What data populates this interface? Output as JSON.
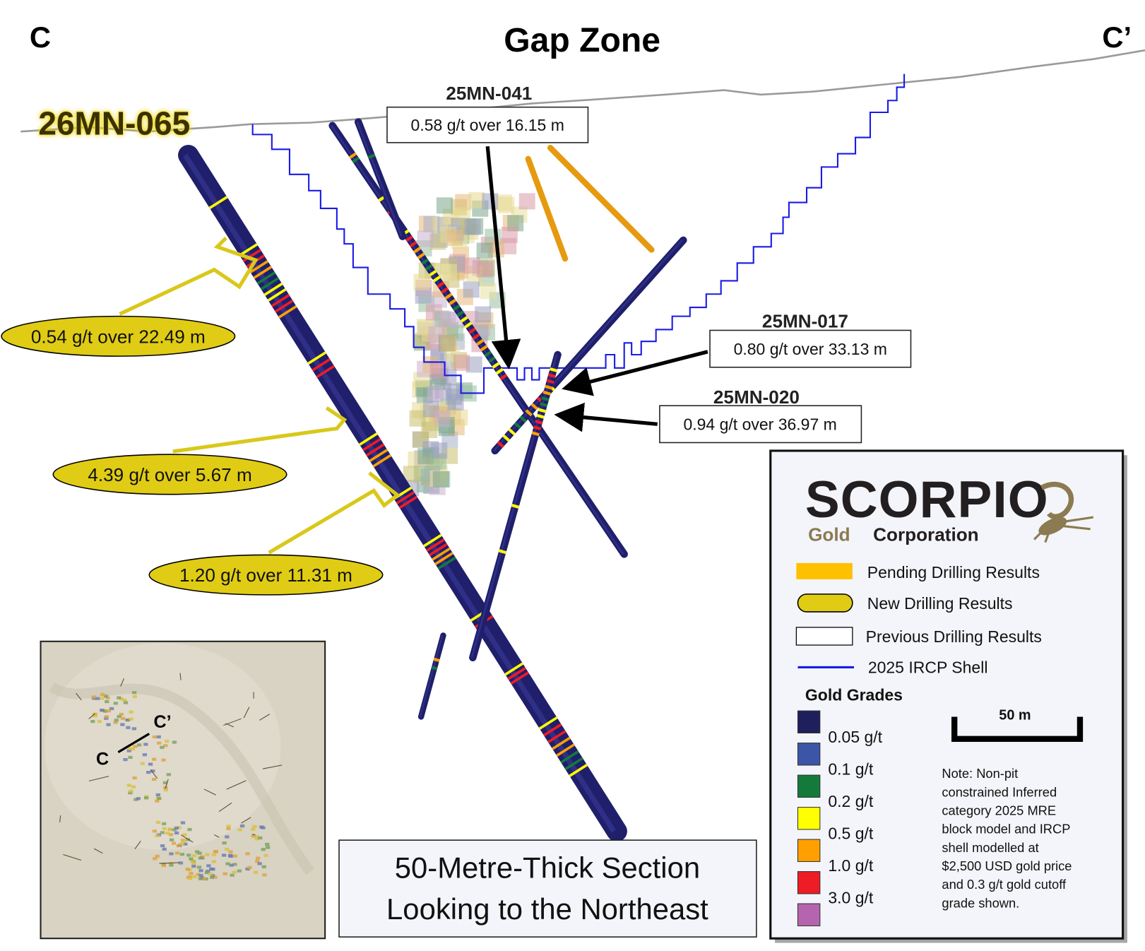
{
  "section": {
    "left_label": "C",
    "right_label": "C’",
    "title": "Gap Zone",
    "main_hole_label": "26MN-065"
  },
  "new_results": [
    {
      "text": "0.54 g/t over 22.49 m"
    },
    {
      "text": "4.39 g/t over 5.67 m"
    },
    {
      "text": "1.20 g/t over 11.31 m"
    }
  ],
  "previous_results": [
    {
      "hole": "25MN-041",
      "text": "0.58 g/t over 16.15 m"
    },
    {
      "hole": "25MN-017",
      "text": "0.80 g/t over 33.13 m"
    },
    {
      "hole": "25MN-020",
      "text": "0.94 g/t over 36.97 m"
    }
  ],
  "caption": {
    "line1": "50-Metre-Thick Section",
    "line2": "Looking to the Northeast"
  },
  "inset": {
    "label_c": "C",
    "label_c_prime": "C’"
  },
  "legend": {
    "logo_main": "SCORPIO",
    "logo_gold": "Gold",
    "logo_corp": "Corporation",
    "items": [
      {
        "label": "Pending Drilling Results",
        "color": "#ffc000"
      },
      {
        "label": "New Drilling Results",
        "color": "#e0cc14"
      },
      {
        "label": "Previous Drilling Results",
        "color": "#ffffff"
      },
      {
        "label": "2025 IRCP Shell",
        "color": "#1a1ae6"
      }
    ],
    "grades_title": "Gold Grades",
    "grades": [
      {
        "label": "0.05 g/t",
        "color": "#1f1f5e"
      },
      {
        "label": "0.1   g/t",
        "color": "#3b56a6"
      },
      {
        "label": "0.2   g/t",
        "color": "#137a3c"
      },
      {
        "label": "0.5   g/t",
        "color": "#ffff00"
      },
      {
        "label": "1.0   g/t",
        "color": "#ffa000"
      },
      {
        "label": "3.0   g/t",
        "color": "#ee1c24"
      },
      {
        "label": "",
        "color": "#b565b0"
      }
    ],
    "scale_label": "50 m",
    "note_lines": [
      "Note: Non-pit",
      "constrained Inferred",
      "category 2025 MRE",
      "block model and IRCP",
      "shell modelled at",
      "$2,500 USD gold price",
      "and 0.3 g/t gold cutoff",
      "grade shown."
    ]
  }
}
